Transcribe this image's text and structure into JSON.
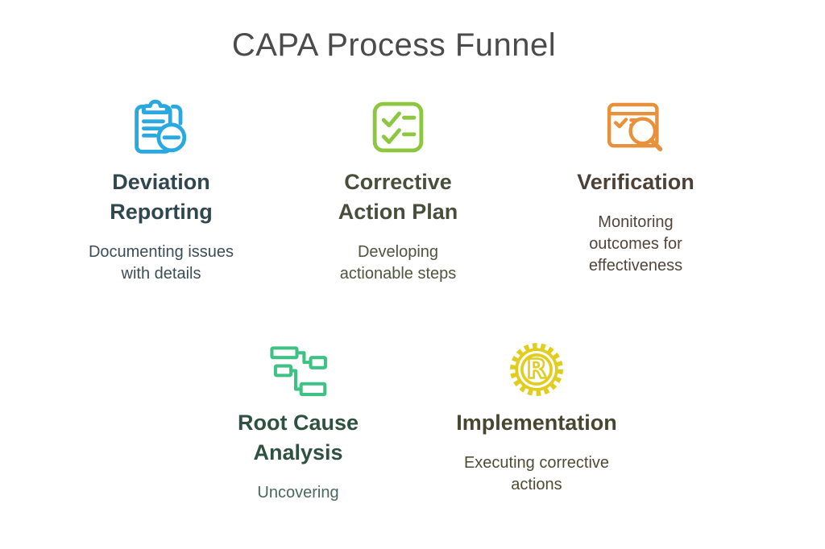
{
  "page": {
    "title": "CAPA Process Funnel",
    "title_color": "#4b4b4b",
    "background_color": "#ffffff"
  },
  "steps": [
    {
      "title_lines": [
        "Deviation",
        "Reporting"
      ],
      "desc_lines": [
        "Documenting issues",
        "with details"
      ],
      "icon": "clipboard-minus-icon",
      "icon_color": "#29a9e0",
      "title_color": "#31474f",
      "desc_color": "#3c4e55"
    },
    {
      "title_lines": [
        "Corrective",
        "Action Plan"
      ],
      "desc_lines": [
        "Developing",
        "actionable steps"
      ],
      "icon": "checklist-icon",
      "icon_color": "#8dc63f",
      "title_color": "#494e3b",
      "desc_color": "#4f543f"
    },
    {
      "title_lines": [
        "Verification"
      ],
      "desc_lines": [
        "Monitoring",
        "outcomes for",
        "effectiveness"
      ],
      "icon": "window-search-icon",
      "icon_color": "#e8913b",
      "title_color": "#4d4036",
      "desc_color": "#52453b"
    },
    {
      "title_lines": [
        "Root Cause",
        "Analysis"
      ],
      "desc_lines": [
        "Uncovering"
      ],
      "icon": "flowchart-icon",
      "icon_color": "#3ec283",
      "title_color": "#2f5143",
      "desc_color": "#47685b"
    },
    {
      "title_lines": [
        "Implementation"
      ],
      "desc_lines": [
        "Executing corrective",
        "actions"
      ],
      "icon": "gear-r-icon",
      "icon_color": "#e0cd1e",
      "title_color": "#474731",
      "desc_color": "#4c4c34"
    }
  ]
}
